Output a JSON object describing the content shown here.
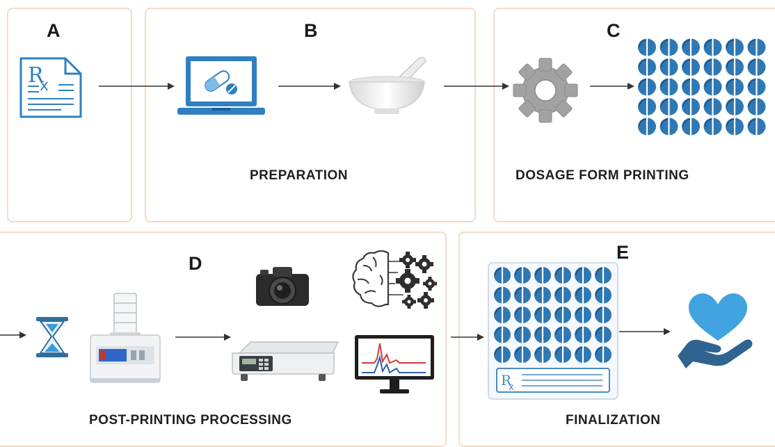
{
  "panels": {
    "a": {
      "letter": "A"
    },
    "b": {
      "letter": "B",
      "caption": "PREPARATION"
    },
    "c": {
      "letter": "C",
      "caption": "DOSAGE FORM PRINTING"
    },
    "d": {
      "letter": "D",
      "caption": "POST-PRINTING PROCESSING"
    },
    "e": {
      "letter": "E",
      "caption": "FINALIZATION"
    }
  },
  "colors": {
    "panel_border": "#f3dcc6",
    "tablet_blue": "#2f78b3",
    "tablet_dark": "#17466e",
    "icon_blue": "#2f7fc1",
    "heart_blue": "#3fa0de",
    "hand_blue": "#2f6390",
    "gear_gray": "#9a9a9a",
    "arrow": "#333333"
  },
  "icons": [
    "prescription-document-icon",
    "laptop-pill-icon",
    "mortar-pestle-icon",
    "gear-icon",
    "tablet-grid-icon",
    "hourglass-icon",
    "freeze-dryer-icon",
    "camera-icon",
    "scale-icon",
    "brain-gears-icon",
    "monitor-chart-icon",
    "prescription-tablet-pack-icon",
    "hand-heart-icon"
  ]
}
